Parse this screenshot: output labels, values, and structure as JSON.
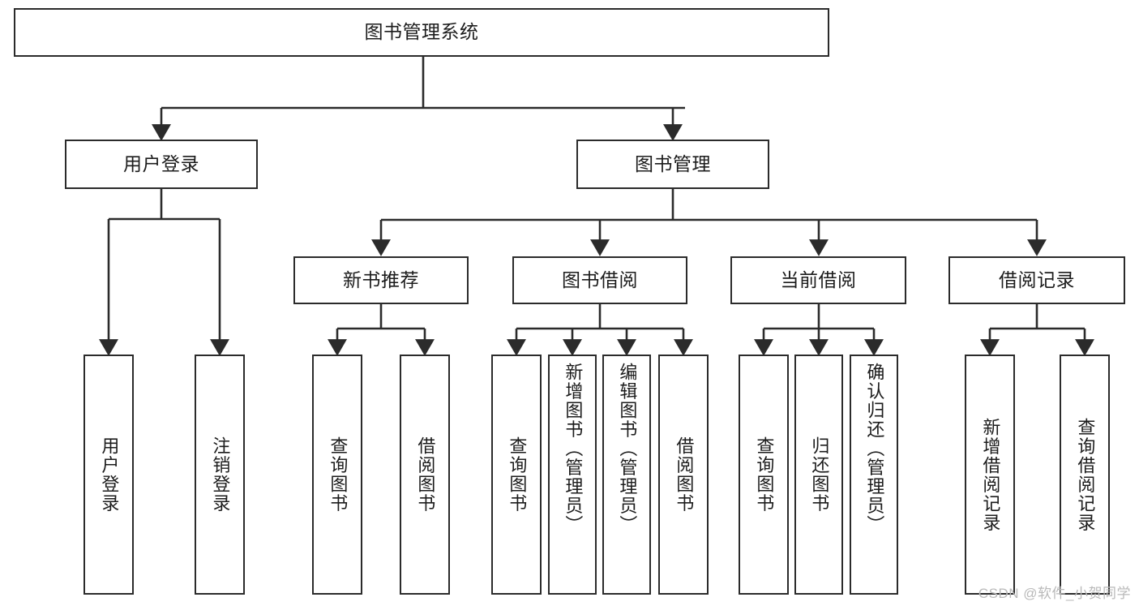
{
  "diagram": {
    "type": "hierarchy-tree",
    "title": "图书管理系统",
    "background_color": "#ffffff",
    "stroke_color": "#2b2b2b",
    "levels": 4,
    "root": {
      "id": "root",
      "label": "图书管理系统"
    },
    "level2": [
      {
        "id": "user-login",
        "label": "用户登录"
      },
      {
        "id": "book-manage",
        "label": "图书管理"
      }
    ],
    "level3": [
      {
        "id": "new-book-rec",
        "label": "新书推荐",
        "parent": "book-manage"
      },
      {
        "id": "book-borrow",
        "label": "图书借阅",
        "parent": "book-manage"
      },
      {
        "id": "current-borrow",
        "label": "当前借阅",
        "parent": "book-manage"
      },
      {
        "id": "borrow-record",
        "label": "借阅记录",
        "parent": "book-manage"
      }
    ],
    "leaves": [
      {
        "id": "leaf-user-login",
        "label": "用户登录",
        "parent": "user-login"
      },
      {
        "id": "leaf-user-logout",
        "label": "注销登录",
        "parent": "user-login"
      },
      {
        "id": "leaf-query-book-1",
        "label": "查询图书",
        "parent": "new-book-rec"
      },
      {
        "id": "leaf-borrow-book-1",
        "label": "借阅图书",
        "parent": "new-book-rec"
      },
      {
        "id": "leaf-query-book-2",
        "label": "查询图书",
        "parent": "book-borrow"
      },
      {
        "id": "leaf-add-book",
        "label": "新增图书（管理员）",
        "parent": "book-borrow"
      },
      {
        "id": "leaf-edit-book",
        "label": "编辑图书（管理员）",
        "parent": "book-borrow"
      },
      {
        "id": "leaf-borrow-book-2",
        "label": "借阅图书",
        "parent": "book-borrow"
      },
      {
        "id": "leaf-query-book-3",
        "label": "查询图书",
        "parent": "current-borrow"
      },
      {
        "id": "leaf-return-book",
        "label": "归还图书",
        "parent": "current-borrow"
      },
      {
        "id": "leaf-confirm-return",
        "label": "确认归还（管理员）",
        "parent": "current-borrow"
      },
      {
        "id": "leaf-add-record",
        "label": "新增借阅记录",
        "parent": "borrow-record"
      },
      {
        "id": "leaf-query-record",
        "label": "查询借阅记录",
        "parent": "borrow-record"
      }
    ]
  },
  "watermark": {
    "text": "CSDN @软件_小贺同学"
  }
}
